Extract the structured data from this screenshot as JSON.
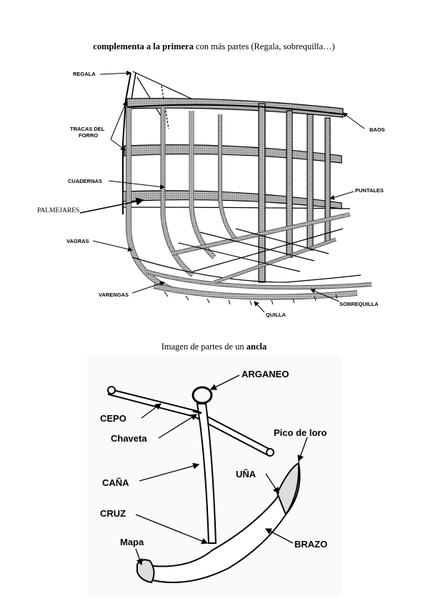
{
  "caption1": {
    "bold": "complementa a la primera",
    "rest": " con más partes (Regala, sobrequilla…)"
  },
  "ship_labels": {
    "regala": "REGALA",
    "tracas_line1": "TRACAS DEL",
    "tracas_line2": "FORRO",
    "cuadernas": "CUADERNAS",
    "palmejares": "PALMEJARES",
    "vagras": "VAGRAS",
    "varengas": "VARENGAS",
    "baos": "BAOS",
    "puntales": "PUNTALES",
    "sobrequilla": "SOBREQUILLA",
    "quilla": "QUILLA"
  },
  "caption2": {
    "prefix": "Imagen de partes de un ",
    "bold": "ancla"
  },
  "anchor_labels": {
    "arganeo": "ARGANEO",
    "cepo": "CEPO",
    "chaveta": "Chaveta",
    "pico_de_loro": "Pico de loro",
    "cana": "CAÑA",
    "una": "UÑA",
    "cruz": "CRUZ",
    "mapa": "Mapa",
    "brazo": "BRAZO"
  }
}
